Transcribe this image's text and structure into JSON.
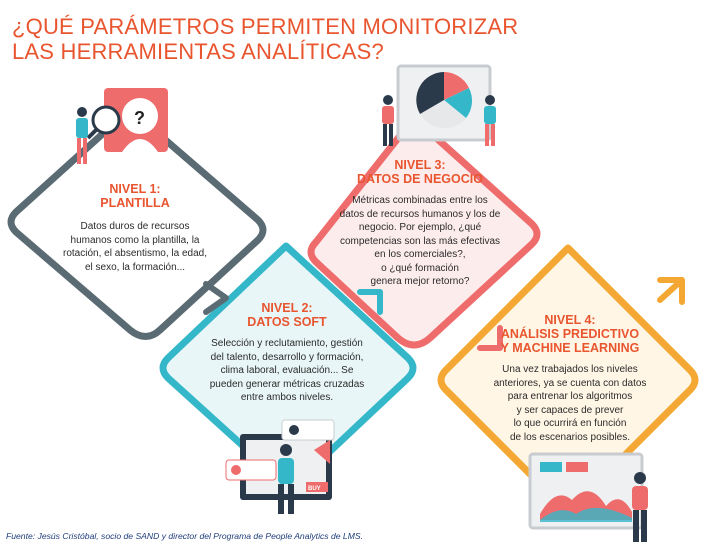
{
  "title": {
    "line1": "¿QUÉ PARÁMETROS PERMITEN MONITORIZAR",
    "line2": "LAS HERRAMIENTAS ANALÍTICAS?"
  },
  "colors": {
    "accent": "#e8552f",
    "level1": "#5b6b73",
    "level2": "#34b7c9",
    "level3": "#ef6c6c",
    "level4": "#f4a833",
    "footer": "#1f3d7a"
  },
  "levels": [
    {
      "heading": [
        "NIVEL 1:",
        "PLANTILLA"
      ],
      "text": [
        "Datos duros de recursos",
        "humanos como la plantilla, la",
        "rotación, el absentismo, la edad,",
        "el sexo, la formación..."
      ]
    },
    {
      "heading": [
        "NIVEL 2:",
        "DATOS SOFT"
      ],
      "text": [
        "Selección y reclutamiento, gestión",
        "del talento, desarrollo y formación,",
        "clima laboral, evaluación... Se",
        "pueden generar métricas cruzadas",
        "entre ambos niveles."
      ]
    },
    {
      "heading": [
        "NIVEL 3:",
        "DATOS DE NEGOCIO"
      ],
      "text": [
        "Métricas combinadas entre los",
        "datos de recursos humanos y los de",
        "negocio. Por ejemplo, ¿qué",
        "competencias son las más efectivas",
        "en los comerciales?,",
        "o ¿qué formación",
        "genera mejor retorno?"
      ]
    },
    {
      "heading": [
        "NIVEL 4:",
        "ANÁLISIS PREDICTIVO",
        "Y MACHINE LEARNING"
      ],
      "text": [
        "Una vez trabajados los niveles",
        "anteriores, ya se cuenta con datos",
        "para entrenar los algoritmos",
        "y ser capaces de prever",
        "lo que ocurrirá en función",
        "de los escenarios posibles."
      ]
    }
  ],
  "illustrations": {
    "level1": "person-magnifier-profile-icon",
    "level2": "person-megaphone-screen-icon",
    "level3": "people-pie-chart-icon",
    "level4": "person-dashboard-icon",
    "buy_label": "BUY"
  },
  "footer": "Fuente: Jesús Cristóbal, socio de SAND y director del Programa de People Analytics de LMS."
}
